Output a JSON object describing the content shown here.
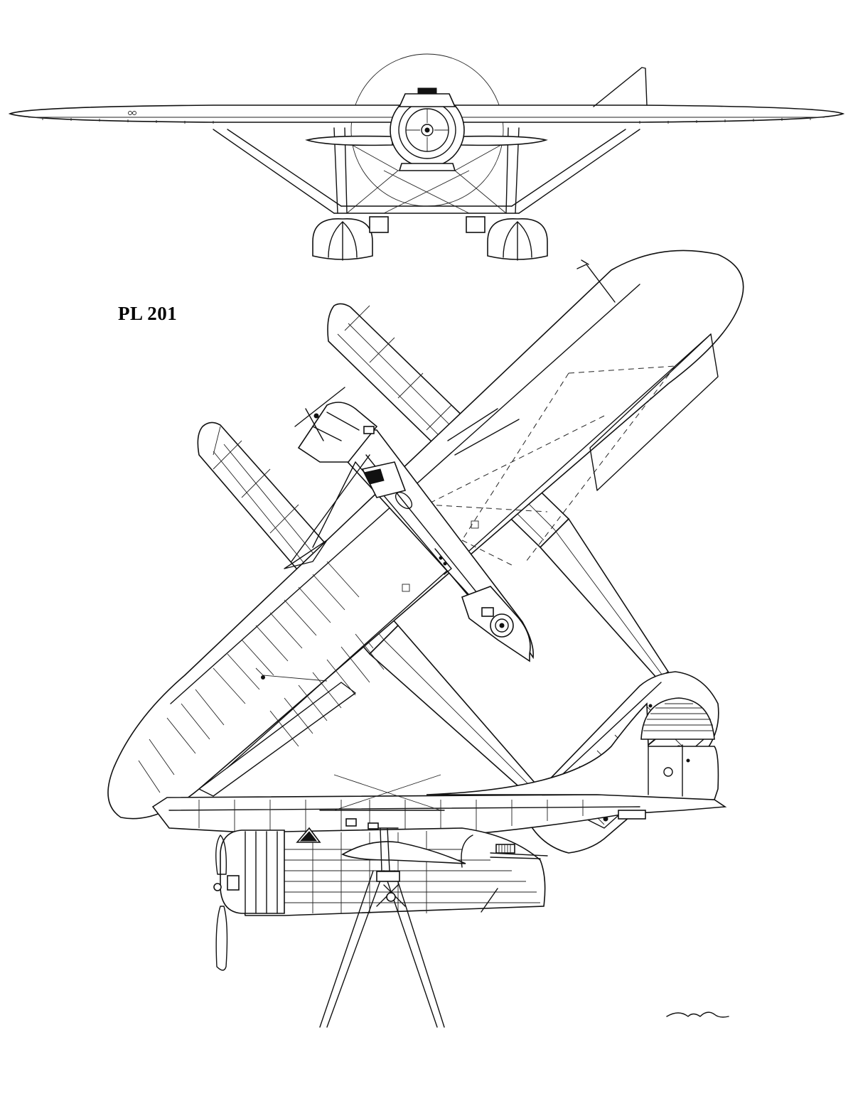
{
  "title": "PL 201",
  "views": [
    {
      "name": "front-view"
    },
    {
      "name": "top-view"
    },
    {
      "name": "side-view"
    }
  ],
  "signature": "cac",
  "colors": {
    "line": "#111111",
    "background": "#ffffff"
  }
}
